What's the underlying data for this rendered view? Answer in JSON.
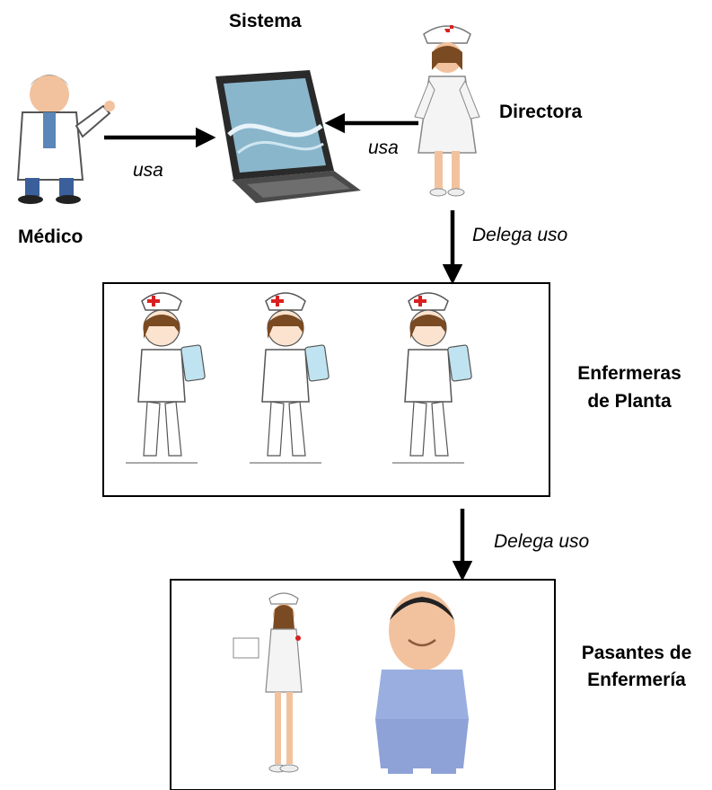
{
  "labels": {
    "sistema": "Sistema",
    "medico": "Médico",
    "directora": "Directora",
    "usa_left": "usa",
    "usa_right": "usa",
    "delega_1": "Delega uso",
    "delega_2": "Delega uso",
    "enfermeras_line1": "Enfermeras",
    "enfermeras_line2": "de Planta",
    "pasantes_line1": "Pasantes de",
    "pasantes_line2": "Enfermería"
  },
  "colors": {
    "arrow": "#000000",
    "box_border": "#000000",
    "screen": "#8ab6cc",
    "uniform": "#f4f4f4",
    "nurse_cross": "#d92020",
    "scrubs": "#9aaee0",
    "skin": "#f2c29e",
    "hair": "#7a4a22"
  }
}
